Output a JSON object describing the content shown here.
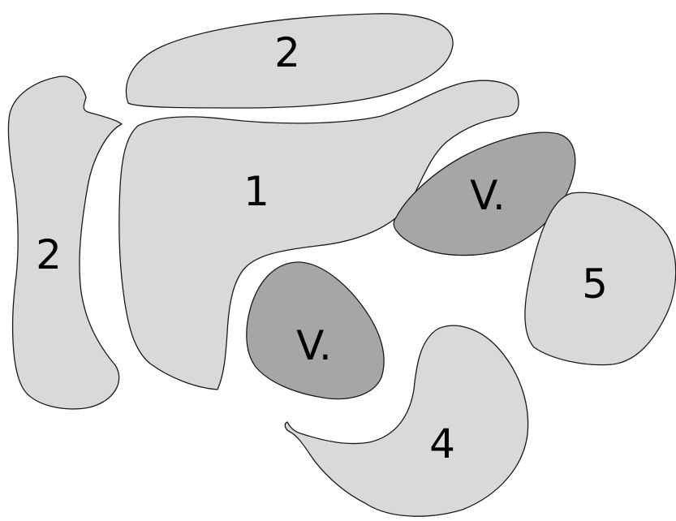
{
  "regions": [
    {
      "id": "top-2",
      "label": "2",
      "tone": "light"
    },
    {
      "id": "left-2",
      "label": "2",
      "tone": "light"
    },
    {
      "id": "center-1",
      "label": "1",
      "tone": "light"
    },
    {
      "id": "upper-v",
      "label": "V.",
      "tone": "dark"
    },
    {
      "id": "lower-v",
      "label": "V.",
      "tone": "dark"
    },
    {
      "id": "right-5",
      "label": "5",
      "tone": "light"
    },
    {
      "id": "bottom-4",
      "label": "4",
      "tone": "light"
    }
  ],
  "colors": {
    "light_fill": "#d9d9d9",
    "dark_fill": "#a6a6a6",
    "outline": "#1a1a1a",
    "background": "#ffffff"
  }
}
